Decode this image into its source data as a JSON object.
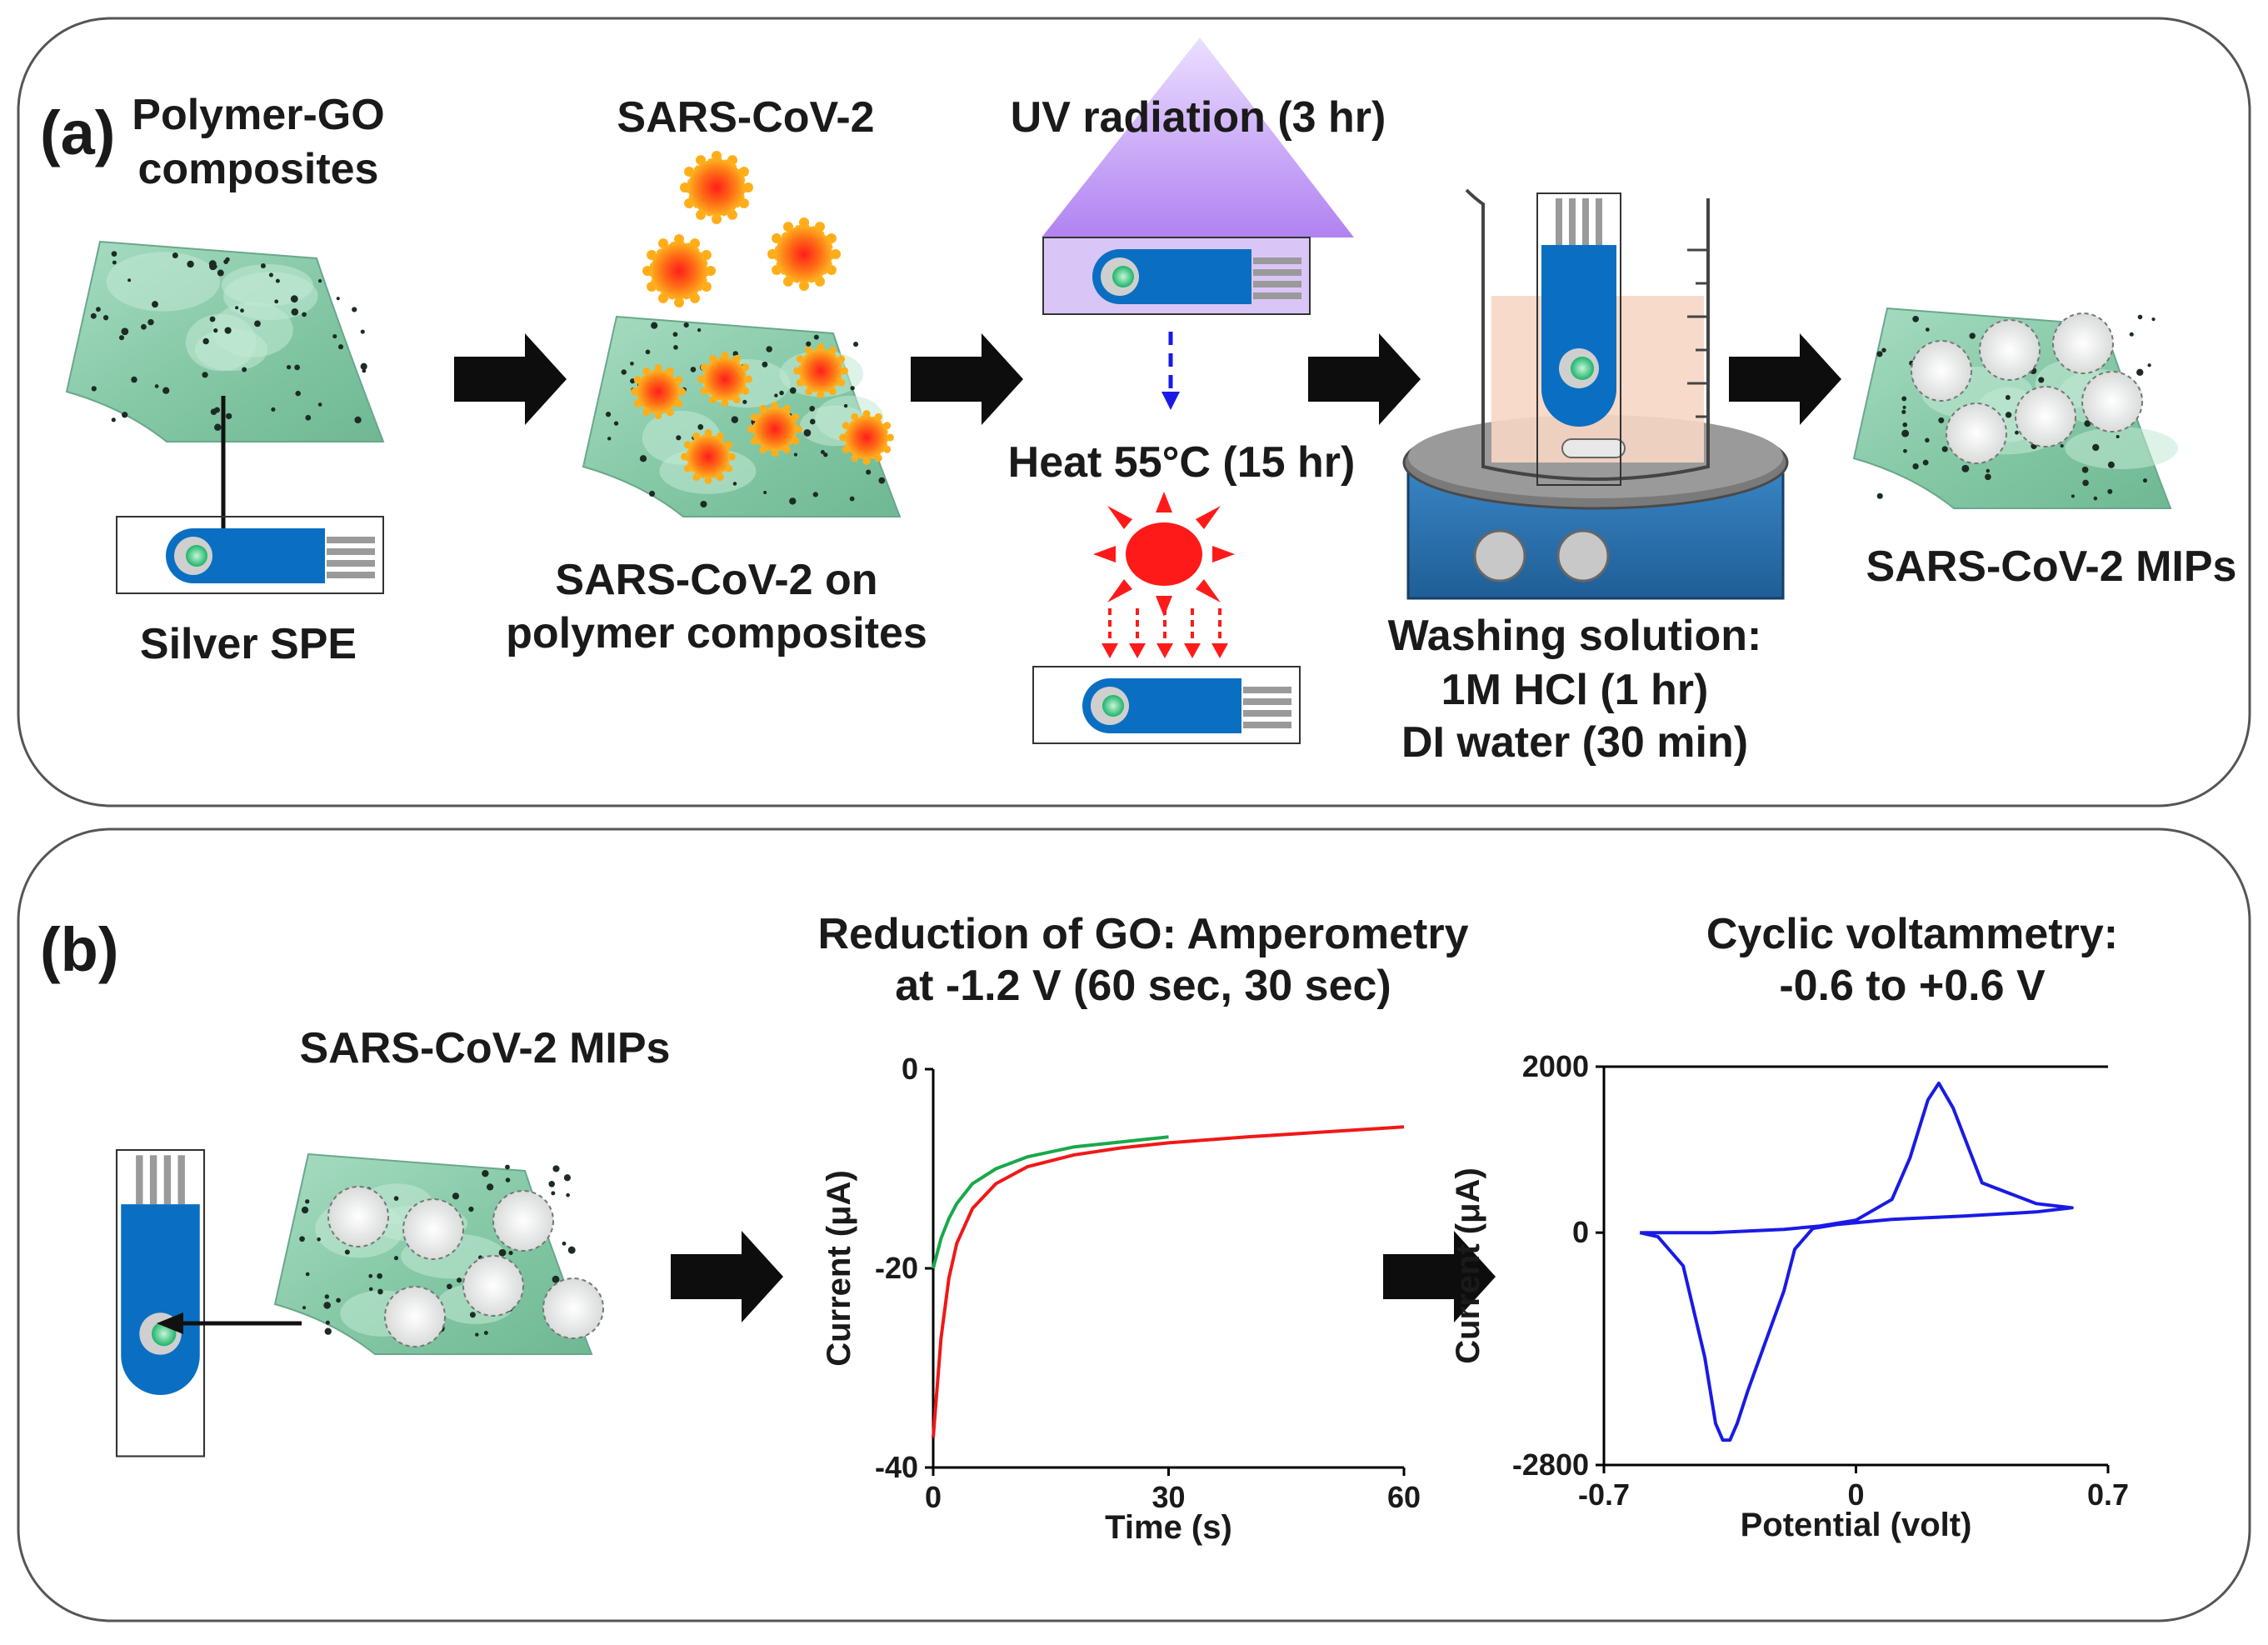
{
  "panel_a": {
    "label": "(a)",
    "polymer_go": [
      "Polymer-GO",
      "composites"
    ],
    "silver_spe": "Silver SPE",
    "virus": "SARS-CoV-2",
    "virus_on": [
      "SARS-CoV-2 on",
      "polymer composites"
    ],
    "uv": "UV radiation (3 hr)",
    "heat": "Heat 55°C (15 hr)",
    "washing": [
      "Washing solution:",
      "1M HCl (1 hr)",
      "DI water (30 min)"
    ],
    "mips": "SARS-CoV-2 MIPs"
  },
  "panel_b": {
    "label": "(b)",
    "mips": "SARS-CoV-2 MIPs",
    "amp_title": [
      "Reduction of GO: Amperometry",
      "at -1.2 V (60 sec, 30 sec)"
    ],
    "cv_title": [
      "Cyclic voltammetry:",
      "-0.6 to +0.6 V"
    ]
  },
  "colors": {
    "sheet": "#8fd0b0",
    "electrode_blue": "#0a6fc2",
    "virus_orange": "#f07a1a",
    "uv_purple": "#b47cf0",
    "heat_red": "#ff1a1a",
    "green_curve": "#1aa84a",
    "red_curve": "#f01818",
    "blue_curve": "#1a1ae6"
  },
  "chart_data": [
    {
      "type": "line",
      "title": "Reduction of GO: Amperometry at -1.2 V (60 sec, 30 sec)",
      "xlabel": "Time (s)",
      "ylabel": "Current (μA)",
      "xlim": [
        0,
        60
      ],
      "ylim": [
        -40,
        0
      ],
      "xticks": [
        "0",
        "30",
        "60"
      ],
      "yticks": [
        "0",
        "-20",
        "-40"
      ],
      "series": [
        {
          "color": "#1aa84a",
          "x": [
            0,
            1,
            2,
            3,
            5,
            8,
            12,
            18,
            24,
            30
          ],
          "y": [
            -20,
            -17,
            -15,
            -13.5,
            -11.5,
            -10,
            -8.8,
            -7.8,
            -7.3,
            -6.8
          ]
        },
        {
          "color": "#f01818",
          "x": [
            0,
            1,
            2,
            3,
            5,
            8,
            12,
            18,
            24,
            30,
            40,
            50,
            60
          ],
          "y": [
            -37,
            -27,
            -21,
            -17.5,
            -14,
            -11.5,
            -9.8,
            -8.6,
            -7.9,
            -7.4,
            -6.8,
            -6.3,
            -5.8
          ]
        }
      ]
    },
    {
      "type": "line",
      "title": "Cyclic voltammetry: -0.6 to +0.6 V",
      "xlabel": "Potential (volt)",
      "ylabel": "Current (μA)",
      "xlim": [
        -0.7,
        0.7
      ],
      "ylim": [
        -2800,
        2000
      ],
      "xticks": [
        "-0.7",
        "0",
        "0.7"
      ],
      "yticks": [
        "2000",
        "0",
        "-2800"
      ],
      "series": [
        {
          "color": "#1a1ae6",
          "x": [
            -0.6,
            -0.5,
            -0.4,
            -0.3,
            -0.2,
            -0.1,
            0.0,
            0.1,
            0.15,
            0.2,
            0.23,
            0.27,
            0.35,
            0.5,
            0.6,
            0.5,
            0.3,
            0.1,
            -0.05,
            -0.12,
            -0.17,
            -0.2,
            -0.25,
            -0.3,
            -0.33,
            -0.35,
            -0.37,
            -0.39,
            -0.42,
            -0.48,
            -0.55,
            -0.6
          ],
          "y": [
            0,
            0,
            0,
            20,
            40,
            80,
            150,
            400,
            900,
            1600,
            1800,
            1500,
            600,
            350,
            300,
            250,
            200,
            160,
            100,
            50,
            -200,
            -700,
            -1300,
            -1900,
            -2300,
            -2500,
            -2500,
            -2300,
            -1500,
            -400,
            -50,
            0
          ]
        }
      ]
    }
  ]
}
